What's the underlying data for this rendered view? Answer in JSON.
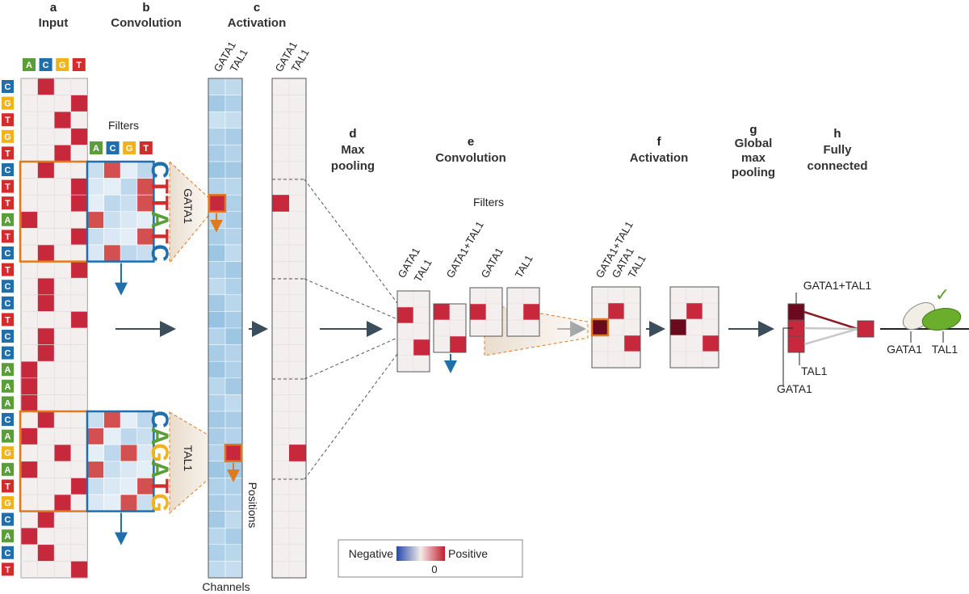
{
  "sections": {
    "a": {
      "letter": "a",
      "title": "Input"
    },
    "b": {
      "letter": "b",
      "title": "Convolution"
    },
    "c": {
      "letter": "c",
      "title": "Activation"
    },
    "d": {
      "letter": "d",
      "title_1": "Max",
      "title_2": "pooling"
    },
    "e": {
      "letter": "e",
      "title": "Convolution"
    },
    "f": {
      "letter": "f",
      "title": "Activation"
    },
    "g": {
      "letter": "g",
      "title_1": "Global",
      "title_2": "max",
      "title_3": "pooling"
    },
    "h": {
      "letter": "h",
      "title_1": "Fully",
      "title_2": "connected"
    }
  },
  "header_bases": [
    "A",
    "C",
    "G",
    "T"
  ],
  "sequence": [
    "C",
    "G",
    "T",
    "G",
    "T",
    "C",
    "T",
    "T",
    "A",
    "T",
    "C",
    "T",
    "C",
    "C",
    "T",
    "C",
    "C",
    "A",
    "A",
    "A",
    "C",
    "A",
    "G",
    "A",
    "T",
    "G",
    "C",
    "A",
    "C",
    "T"
  ],
  "filters_label": "Filters",
  "motif_1": {
    "name": "GATA1",
    "letters": [
      "C",
      "T",
      "T",
      "A",
      "T",
      "C"
    ]
  },
  "motif_2": {
    "name": "TAL1",
    "letters": [
      "C",
      "A",
      "G",
      "A",
      "T",
      "G"
    ]
  },
  "activation_cols": [
    "GATA1",
    "TAL1"
  ],
  "pool_cols": [
    "GATA1",
    "TAL1"
  ],
  "axis": {
    "positions": "Positions",
    "channels": "Channels"
  },
  "layer2": {
    "filters_label": "Filters",
    "input_cols": [
      "GATA1",
      "TAL1"
    ],
    "filter_names": [
      "GATA1+TAL1",
      "GATA1",
      "TAL1"
    ],
    "activation_cols": [
      "GATA1+TAL1",
      "GATA1",
      "TAL1"
    ]
  },
  "global_pool": {
    "top_label": "GATA1+TAL1",
    "mid_label": "TAL1",
    "bottom_label": "GATA1"
  },
  "output": {
    "left_label": "GATA1",
    "right_label": "TAL1",
    "check": "✓"
  },
  "legend": {
    "negative": "Negative",
    "positive": "Positive",
    "zero": "0"
  },
  "colors": {
    "A": "#5a9e3a",
    "C": "#1f6fad",
    "G": "#f2b21b",
    "T": "#d42b2b",
    "active": "#c8283c",
    "dark_active": "#6b0a1e",
    "blue_box": "#1f6fad",
    "orange_box": "#e07a1f",
    "grid_bg": "#f4efef",
    "arrow": "#3c4d5c"
  },
  "input_onehot": [
    1,
    3,
    2,
    3,
    2,
    1,
    3,
    3,
    0,
    3,
    1,
    3,
    1,
    1,
    3,
    1,
    1,
    0,
    0,
    0,
    1,
    0,
    2,
    0,
    3,
    2,
    1,
    0,
    1,
    3
  ],
  "activation_values": {
    "gata1": [
      0.35,
      0.55,
      0.2,
      0.45,
      0.5,
      0.6,
      0.4,
      0.55,
      0.35,
      0.5,
      0.6,
      0.45,
      0.3,
      0.55,
      0.65,
      0.4,
      0.5,
      0.6,
      0.35,
      0.45,
      0.55,
      0.5,
      0.4,
      0.6,
      0.45,
      0.5,
      0.55,
      0.35,
      0.45,
      0.3
    ],
    "tal1": [
      0.3,
      0.45,
      0.25,
      0.5,
      0.4,
      0.55,
      0.35,
      0.45,
      0.5,
      0.4,
      0.3,
      0.55,
      0.45,
      0.35,
      0.5,
      0.6,
      0.4,
      0.45,
      0.55,
      0.3,
      0.5,
      0.4,
      0.35,
      0.55,
      0.45,
      0.4,
      0.3,
      0.5,
      0.35,
      0.25
    ]
  }
}
